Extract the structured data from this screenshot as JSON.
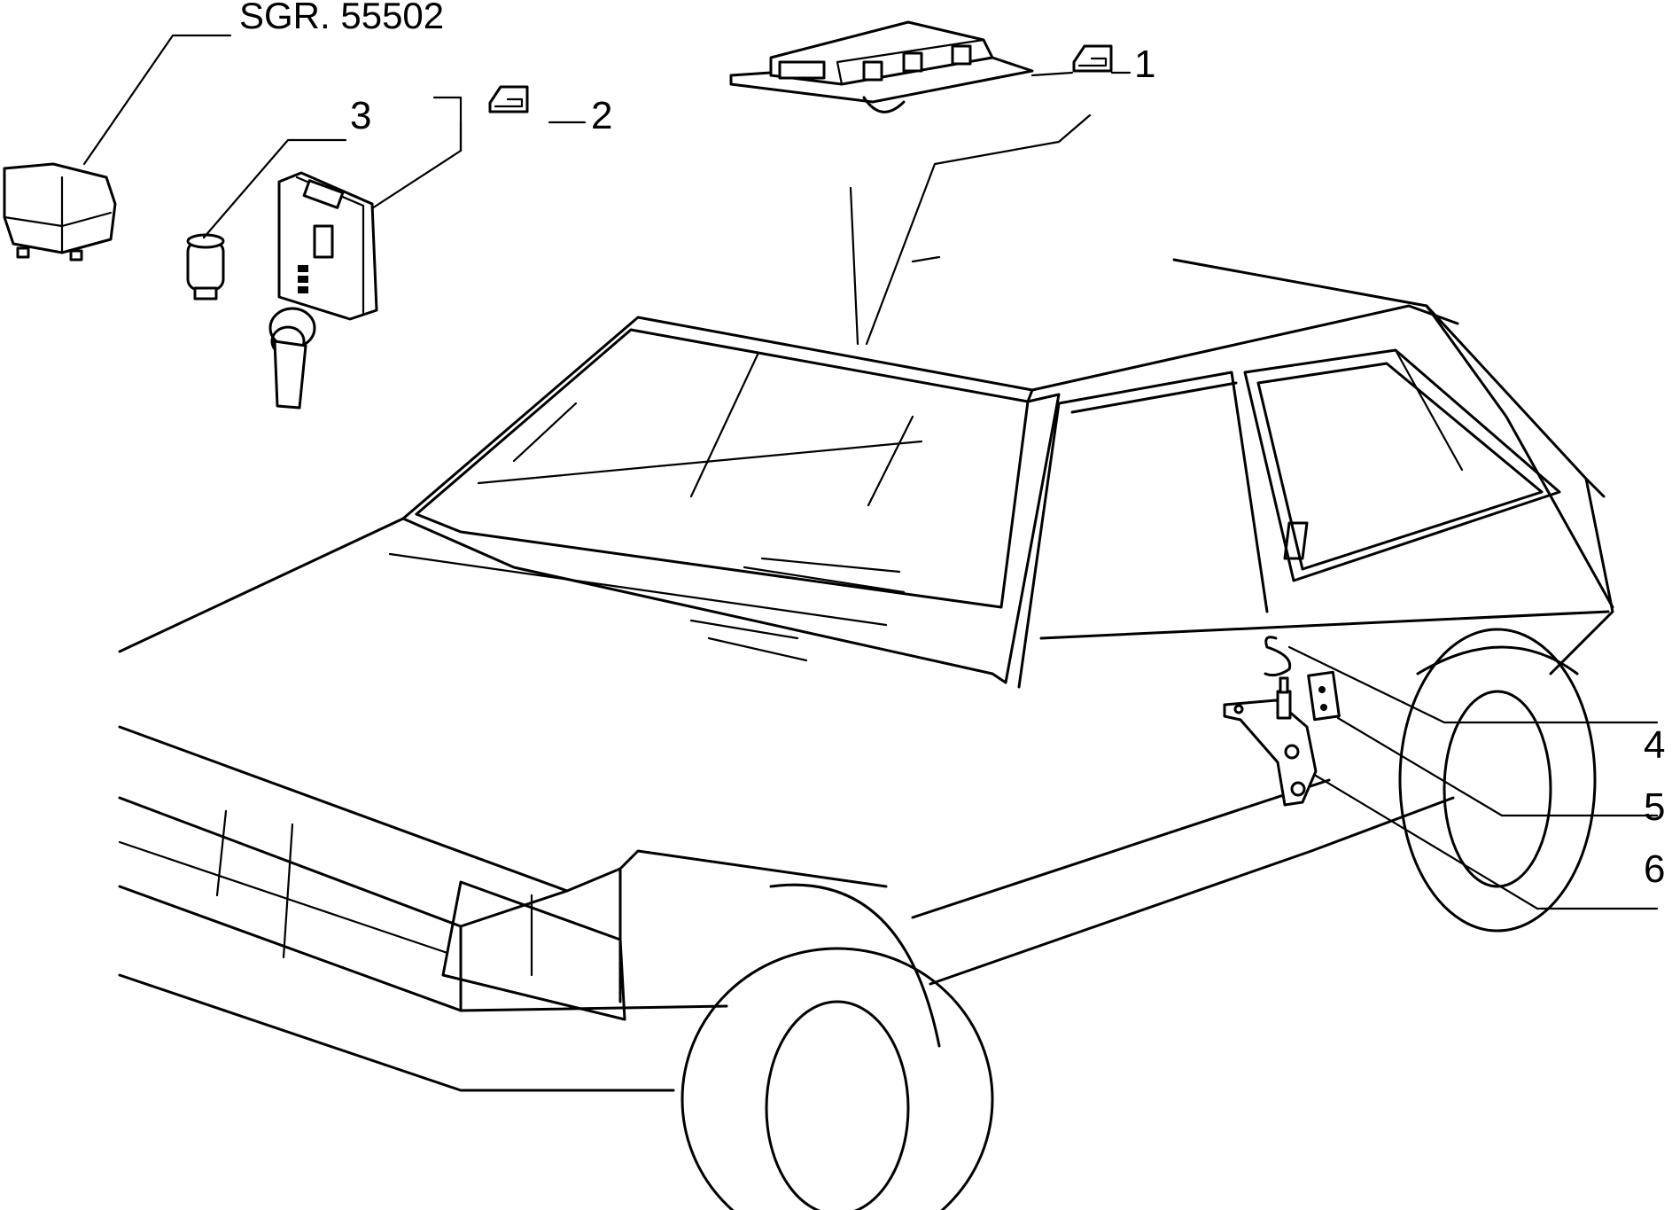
{
  "reference": "SGR. 55502",
  "callouts": [
    {
      "id": "1",
      "label": "1",
      "marker": "component-symbol-icon"
    },
    {
      "id": "2",
      "label": "2",
      "marker": "component-symbol-icon"
    },
    {
      "id": "3",
      "label": "3"
    },
    {
      "id": "4",
      "label": "4"
    },
    {
      "id": "5",
      "label": "5"
    },
    {
      "id": "6",
      "label": "6"
    }
  ],
  "colors": {
    "line": "#000000",
    "background": "#ffffff"
  }
}
